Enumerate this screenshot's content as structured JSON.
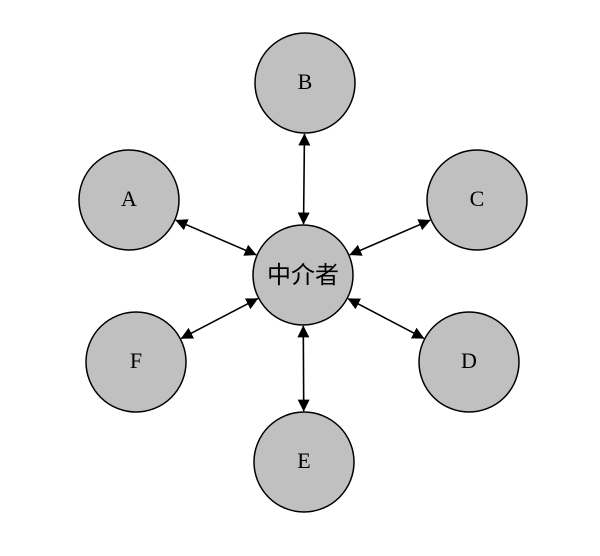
{
  "diagram": {
    "center": {
      "label": "中介者"
    },
    "nodes": [
      {
        "id": "A",
        "label": "A"
      },
      {
        "id": "B",
        "label": "B"
      },
      {
        "id": "C",
        "label": "C"
      },
      {
        "id": "D",
        "label": "D"
      },
      {
        "id": "E",
        "label": "E"
      },
      {
        "id": "F",
        "label": "F"
      }
    ],
    "edges": [
      {
        "from": "A",
        "to": "center",
        "direction": "both"
      },
      {
        "from": "B",
        "to": "center",
        "direction": "both"
      },
      {
        "from": "C",
        "to": "center",
        "direction": "both"
      },
      {
        "from": "D",
        "to": "center",
        "direction": "both"
      },
      {
        "from": "E",
        "to": "center",
        "direction": "both"
      },
      {
        "from": "F",
        "to": "center",
        "direction": "both"
      }
    ],
    "colors": {
      "node_fill": "#c0c0c0",
      "stroke": "#000000",
      "background": "#ffffff"
    }
  }
}
